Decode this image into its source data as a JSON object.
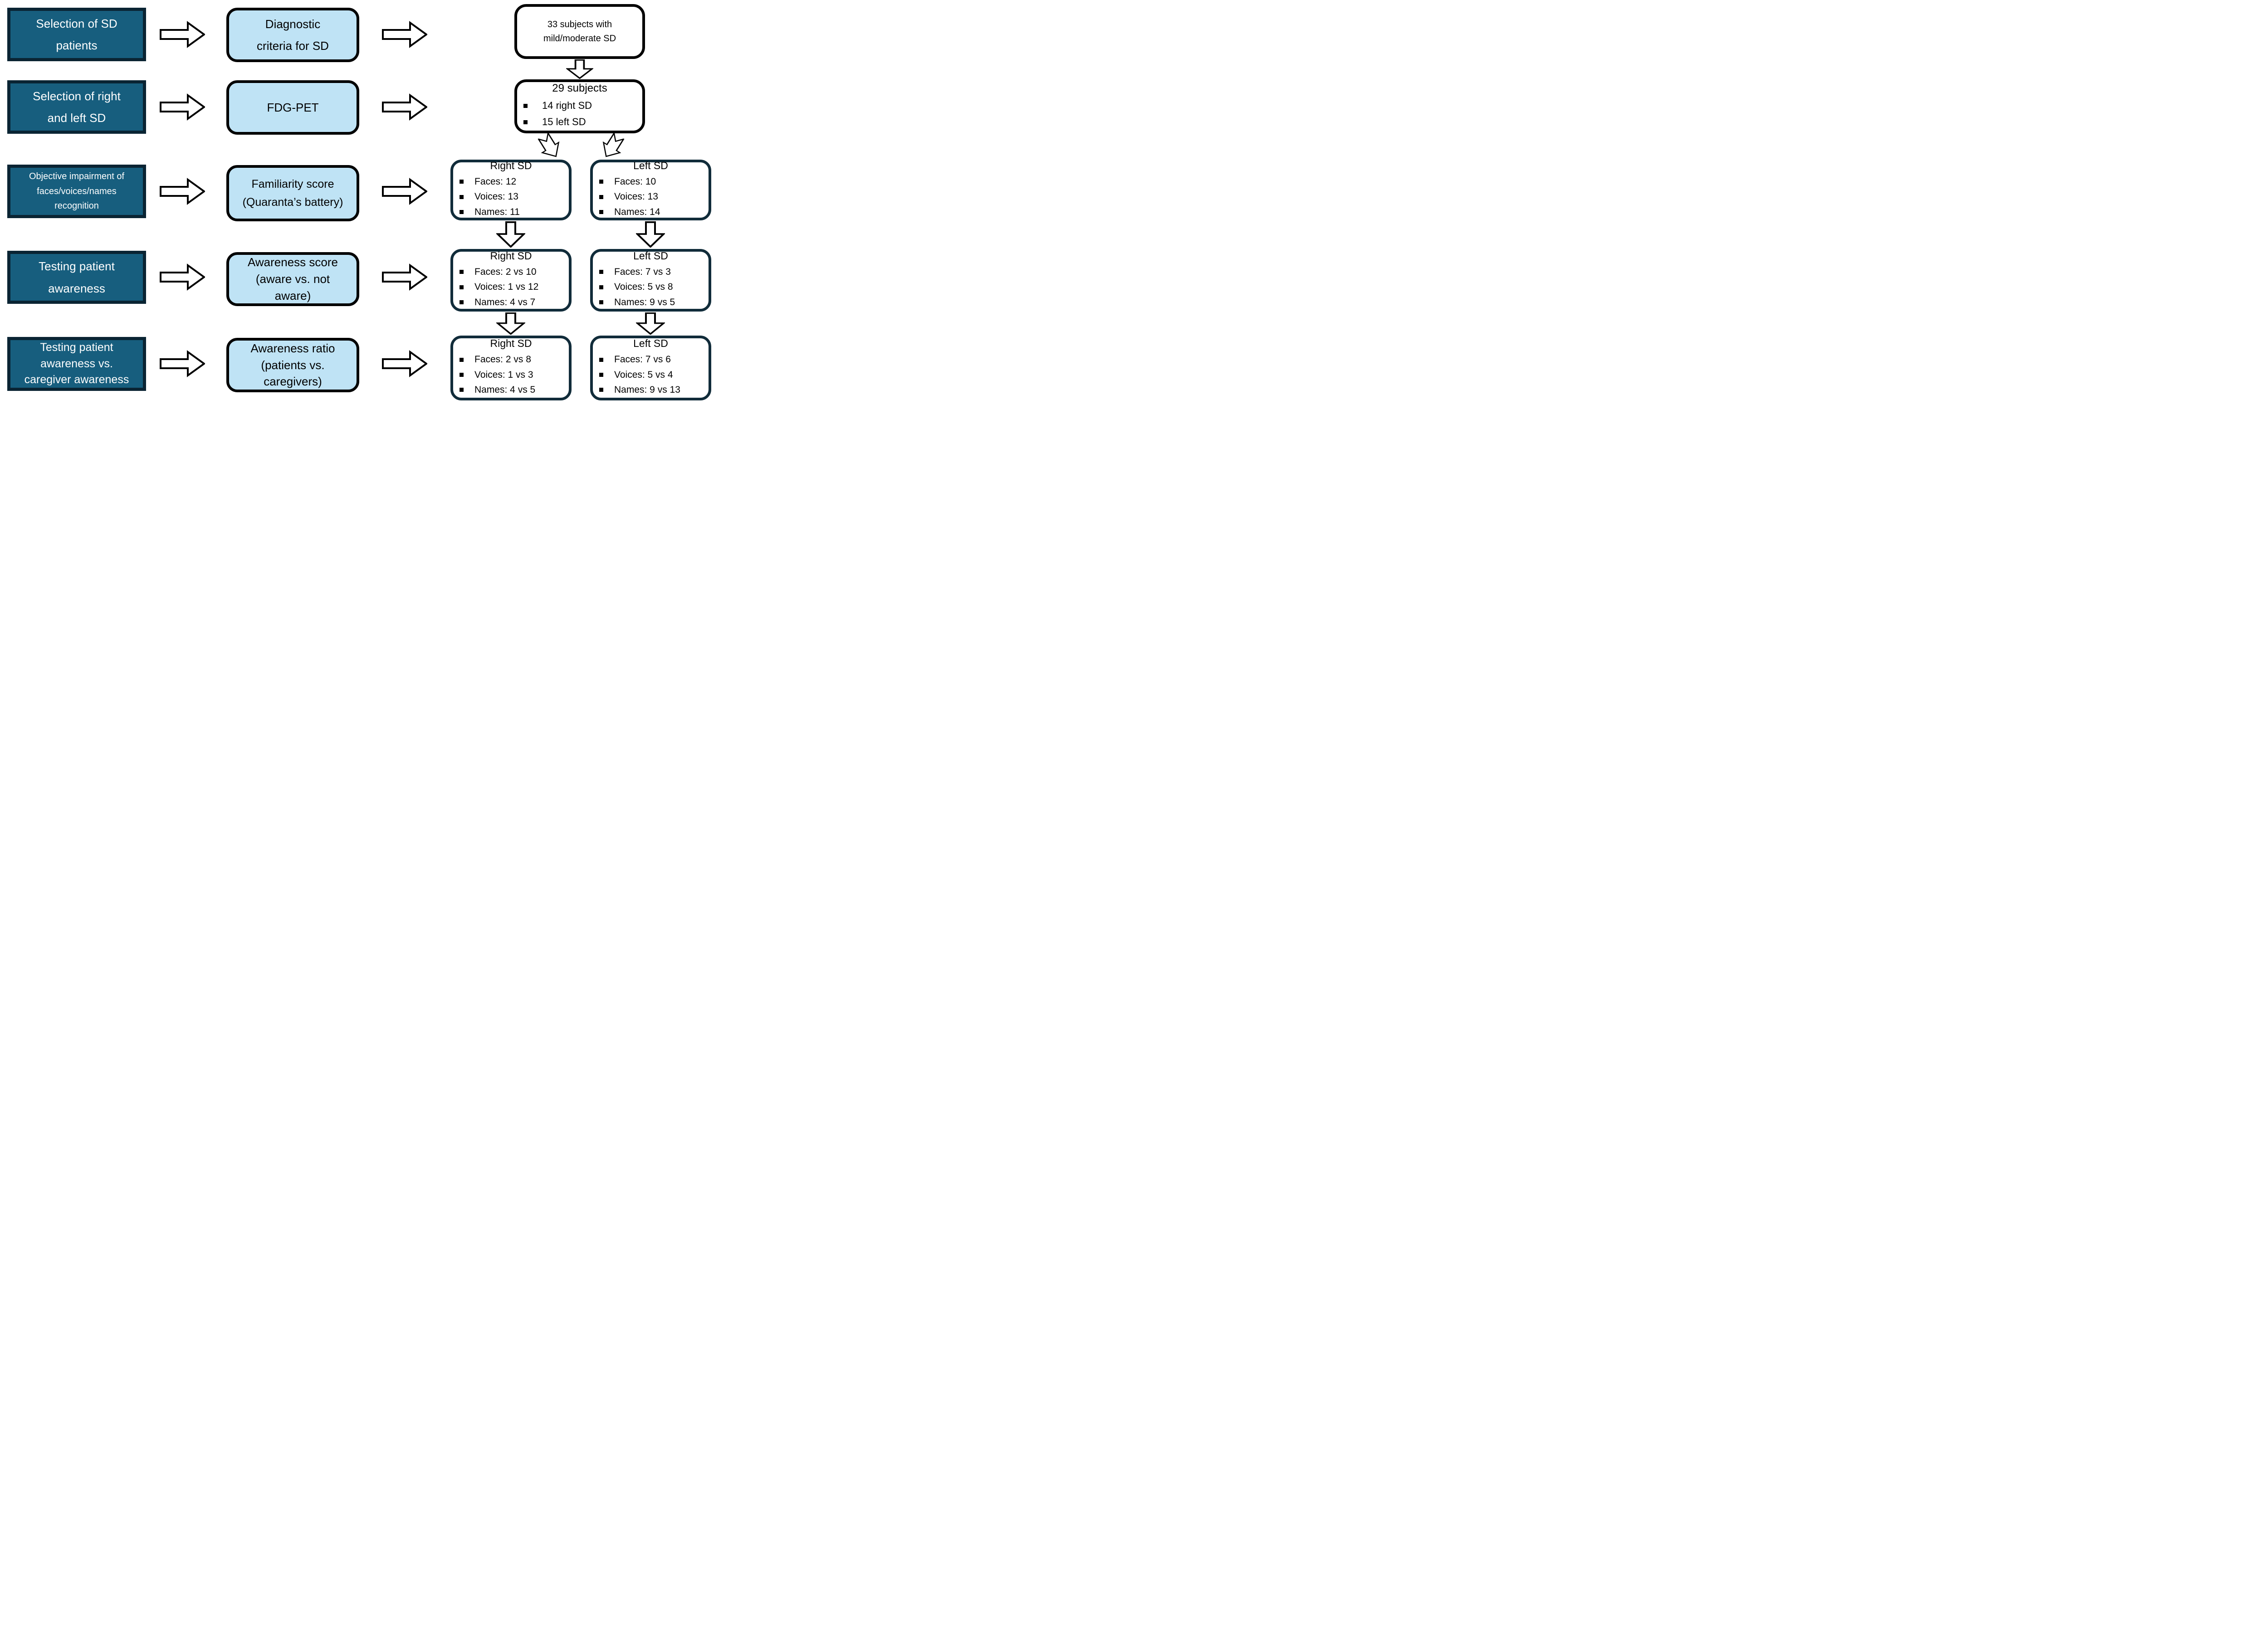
{
  "colors": {
    "stage_box_fill": "#175E7E",
    "stage_box_border": "#0A2433",
    "stage_text": "#FFFFFF",
    "method_box_fill": "#BFE3F5",
    "method_box_border": "#000000",
    "result_box_fill": "#FFFFFF",
    "result_box_border": "#000000",
    "pair_box_border": "#112C3A",
    "arrow_fill": "#FFFFFF",
    "arrow_outline": "#000000",
    "text": "#000000"
  },
  "stages": [
    {
      "lines": [
        "Selection of SD",
        "patients"
      ]
    },
    {
      "lines": [
        "Selection of right",
        "and left SD"
      ]
    },
    {
      "lines": [
        "Objective impairment of",
        "faces/voices/names",
        "recognition"
      ]
    },
    {
      "lines": [
        "Testing patient",
        "awareness"
      ]
    },
    {
      "lines": [
        "Testing patient",
        "awareness vs.",
        "caregiver awareness"
      ]
    }
  ],
  "methods": [
    {
      "lines": [
        "Diagnostic",
        "criteria for SD"
      ]
    },
    {
      "lines": [
        "FDG-PET"
      ]
    },
    {
      "lines": [
        "Familiarity score",
        "(Quaranta’s battery)"
      ]
    },
    {
      "lines": [
        "Awareness score",
        "(aware vs. not",
        "aware)"
      ]
    },
    {
      "lines": [
        "Awareness ratio",
        "(patients vs.",
        "caregivers)"
      ]
    }
  ],
  "results": {
    "initial": {
      "lines": [
        "33 subjects with",
        "mild/moderate SD"
      ]
    },
    "split": {
      "title": "29 subjects",
      "bullets": [
        "14 right SD",
        "15 left SD"
      ]
    },
    "familiarity": {
      "right": {
        "title": "Right SD",
        "bullets": [
          "Faces: 12",
          "Voices: 13",
          "Names: 11"
        ]
      },
      "left": {
        "title": "Left SD",
        "bullets": [
          "Faces: 10",
          "Voices: 13",
          "Names: 14"
        ]
      }
    },
    "awareness": {
      "right": {
        "title": "Right SD",
        "bullets": [
          "Faces: 2 vs 10",
          "Voices: 1 vs 12",
          "Names: 4 vs 7"
        ]
      },
      "left": {
        "title": "Left SD",
        "bullets": [
          "Faces: 7 vs 3",
          "Voices: 5 vs 8",
          "Names: 9 vs 5"
        ]
      }
    },
    "awareness_ratio": {
      "right": {
        "title": "Right SD",
        "bullets": [
          "Faces: 2 vs 8",
          "Voices: 1 vs 3",
          "Names: 4 vs 5"
        ]
      },
      "left": {
        "title": "Left SD",
        "bullets": [
          "Faces: 7 vs 6",
          "Voices: 5 vs 4",
          "Names: 9 vs 13"
        ]
      }
    }
  }
}
